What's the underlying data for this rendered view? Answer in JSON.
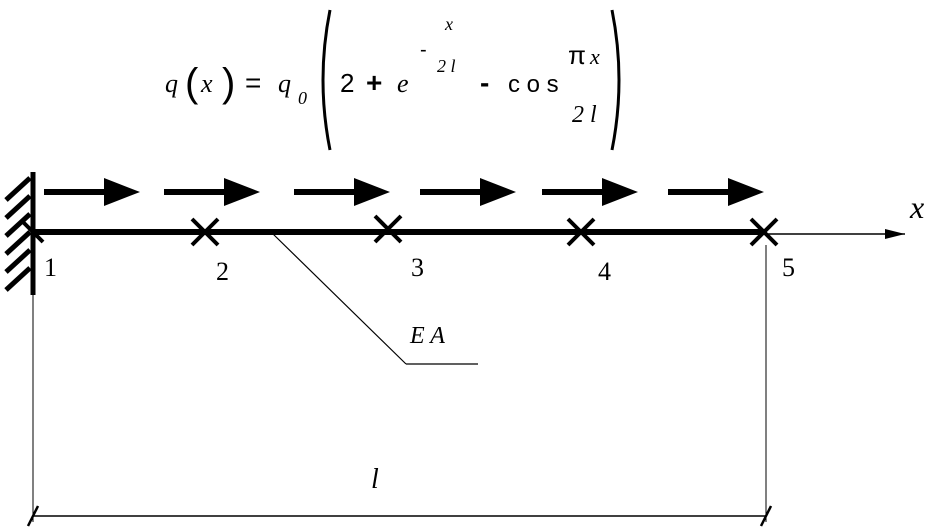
{
  "formula": {
    "lhs_q": "q",
    "lhs_x": "x",
    "equals": "=",
    "q0_q": "q",
    "q0_sub": "0",
    "two": "2",
    "plus": "+",
    "e": "e",
    "exp_minus": "-",
    "exp_num": "x",
    "exp_den": "2 l",
    "minus": "-",
    "cos": "c o s",
    "cos_num_pi": "π",
    "cos_num_x": "x",
    "cos_den": "2 l"
  },
  "nodes": [
    "1",
    "2",
    "3",
    "4",
    "5"
  ],
  "axis_label": "x",
  "stiffness_label": "E A",
  "length_label": "l",
  "load_arrow_count": 6
}
